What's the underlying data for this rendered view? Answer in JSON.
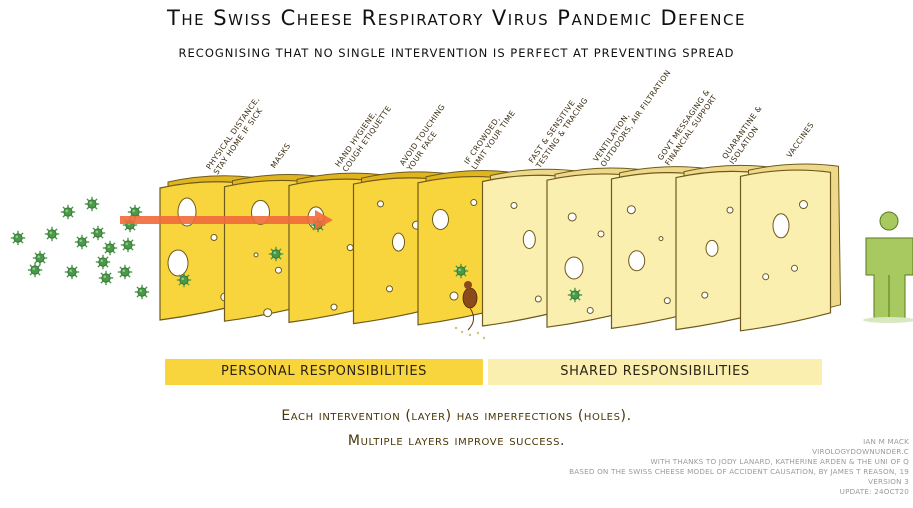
{
  "title": "The Swiss Cheese Respiratory Virus Pandemic Defence",
  "subtitle": "Recognising that no single intervention is perfect at preventing spread",
  "layers": [
    {
      "label_line1": "Physical distance,",
      "label_line2": "stay home if sick",
      "group": "personal"
    },
    {
      "label_line1": "Masks",
      "label_line2": "",
      "group": "personal"
    },
    {
      "label_line1": "Hand hygiene,",
      "label_line2": "cough etiquette",
      "group": "personal"
    },
    {
      "label_line1": "Avoid touching",
      "label_line2": "your face",
      "group": "personal"
    },
    {
      "label_line1": "If crowded,",
      "label_line2": "limit your time",
      "group": "personal"
    },
    {
      "label_line1": "Fast & sensitive",
      "label_line2": "testing & tracing",
      "group": "shared"
    },
    {
      "label_line1": "Ventilation,",
      "label_line2": "outdoors, air filtration",
      "group": "shared"
    },
    {
      "label_line1": "Govt messaging &",
      "label_line2": "financial support",
      "group": "shared"
    },
    {
      "label_line1": "Quarantine &",
      "label_line2": "isolation",
      "group": "shared"
    },
    {
      "label_line1": "Vaccines",
      "label_line2": "",
      "group": "shared"
    }
  ],
  "responsibilities": {
    "personal": "Personal responsibilities",
    "shared": "Shared responsibilities"
  },
  "caption": {
    "line1": "Each intervention (layer) has imperfections (holes).",
    "line2": "Multiple layers improve success."
  },
  "credits": {
    "author": "Ian M Mack",
    "site": "virologydownunder.c",
    "thanks": "With thanks to Jody Lanard, Katherine Arden & the Uni of Q",
    "based_on": "Based on the Swiss cheese model of accident causation, by James T Reason, 19",
    "version": "Version 3",
    "update": "Update: 24Oct20"
  },
  "colors": {
    "personal_cheese": "#f8d53d",
    "shared_cheese": "#fbefb0",
    "virus": "#4a9a4a",
    "arrow": "#f06a3a",
    "person": "#a8c860"
  },
  "icons": [
    "virus-icon",
    "arrow-icon",
    "mouse-icon",
    "person-icon"
  ]
}
